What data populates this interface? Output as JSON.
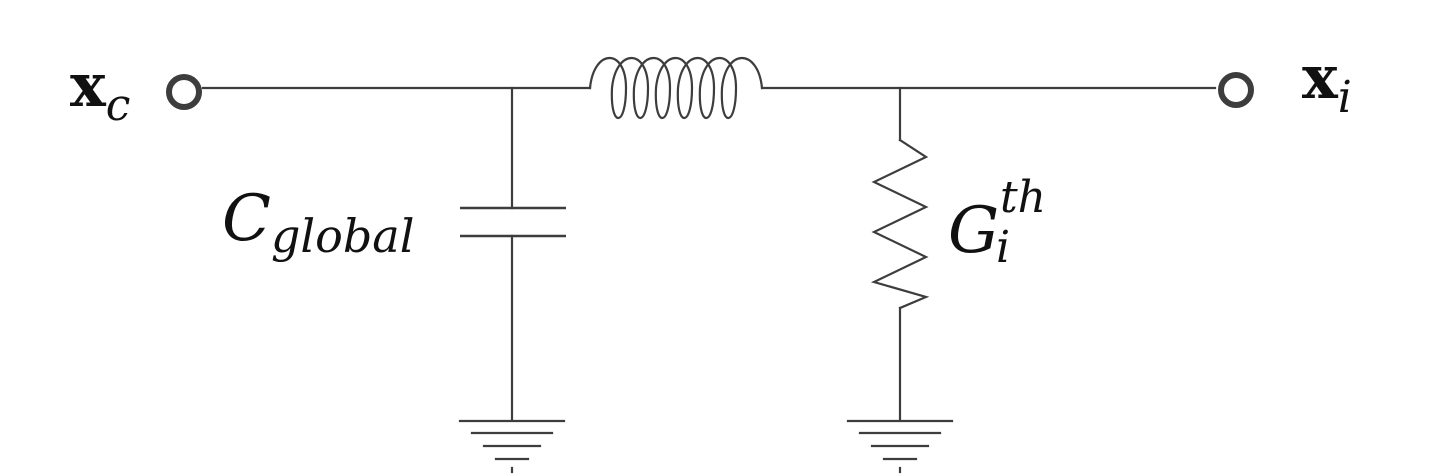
{
  "diagram": {
    "input_node": {
      "symbol": "x",
      "subscript": "c"
    },
    "output_node": {
      "symbol": "x",
      "subscript": "i"
    },
    "capacitor": {
      "symbol": "C",
      "subscript": "global"
    },
    "resistor": {
      "symbol": "G",
      "subscript": "i",
      "superscript": "th"
    },
    "colors": {
      "wire": "#3d3d3d",
      "text": "#111111",
      "background": "#ffffff"
    }
  }
}
